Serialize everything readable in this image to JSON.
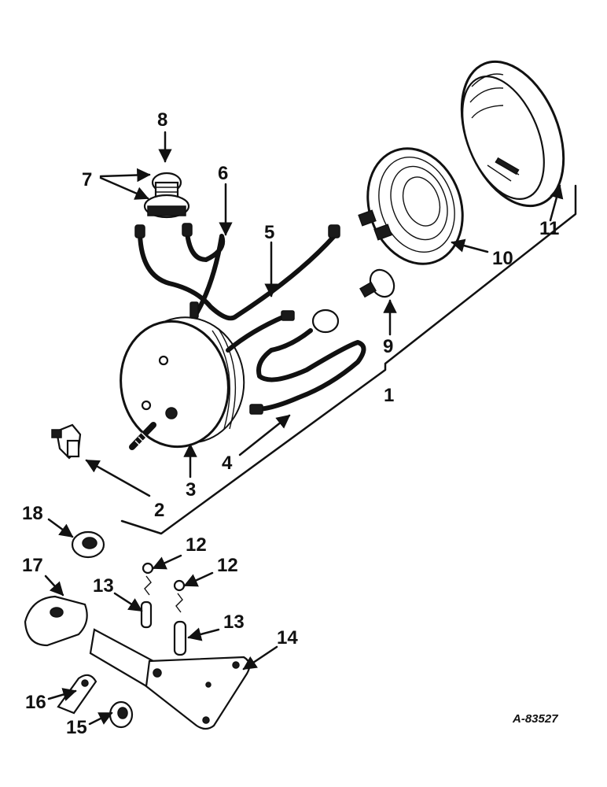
{
  "reference_code": "A-83527",
  "callouts": {
    "c1": "1",
    "c2": "2",
    "c3": "3",
    "c4": "4",
    "c5": "5",
    "c6": "6",
    "c7": "7",
    "c8": "8",
    "c9": "9",
    "c10": "10",
    "c11": "11",
    "c12a": "12",
    "c12b": "12",
    "c13a": "13",
    "c13b": "13",
    "c14": "14",
    "c15": "15",
    "c16": "16",
    "c17": "17",
    "c18": "18"
  }
}
